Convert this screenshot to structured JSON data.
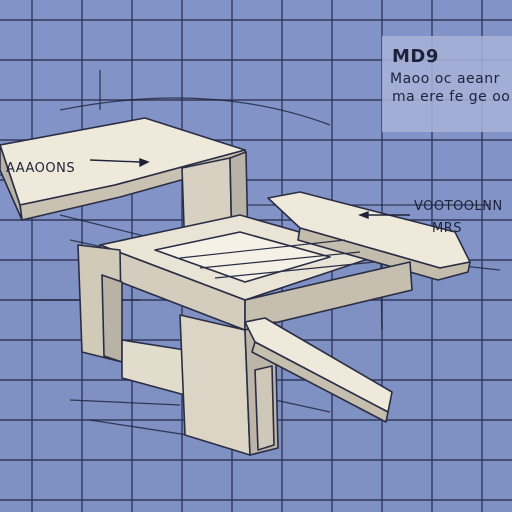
{
  "colors": {
    "paper": "#7f90c3",
    "paper_light": "#8f9fd0",
    "grid": "#252a4a",
    "ink": "#1d2238",
    "model_light": "#efe9dc",
    "model_mid": "#d8d0c0",
    "model_shadow": "#b9b2a6",
    "title_block": "#a9b3d9"
  },
  "title_block": {
    "heading": "MD9",
    "line_1": "Maoo oc aeanr",
    "line_2": "ma ere fe ge oo"
  },
  "callouts": {
    "left": "AAAOONS",
    "right_line_1": "VOOTOOLNN",
    "right_line_2": "MRS"
  }
}
